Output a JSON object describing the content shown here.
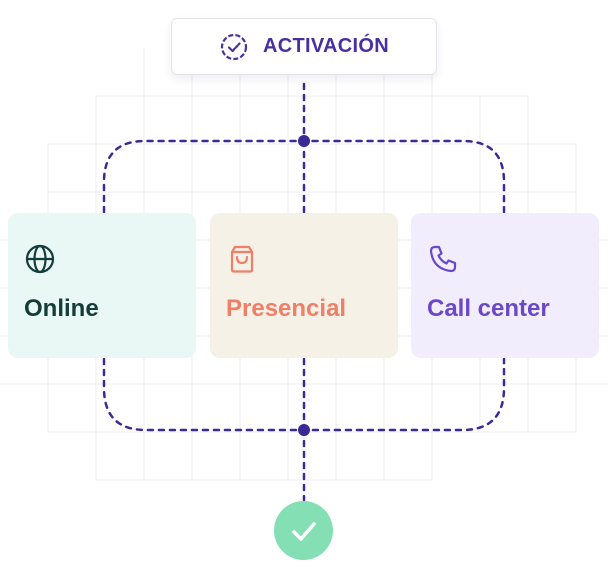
{
  "header": {
    "title": "ACTIVACIÓN",
    "icon": "check-circle-dashed-icon",
    "color": "#4a2fa0"
  },
  "channels": [
    {
      "label": "Online",
      "icon": "globe-icon",
      "bg": "#e9f8f4",
      "color": "#143c3a"
    },
    {
      "label": "Presencial",
      "icon": "shopping-bag-icon",
      "bg": "#f6f1e7",
      "color": "#f07f68"
    },
    {
      "label": "Call center",
      "icon": "phone-icon",
      "bg": "#f1edfd",
      "color": "#6a48c8"
    }
  ],
  "result": {
    "icon": "checkmark-icon",
    "color": "#84dfb4"
  },
  "connector_color": "#3b2a96"
}
